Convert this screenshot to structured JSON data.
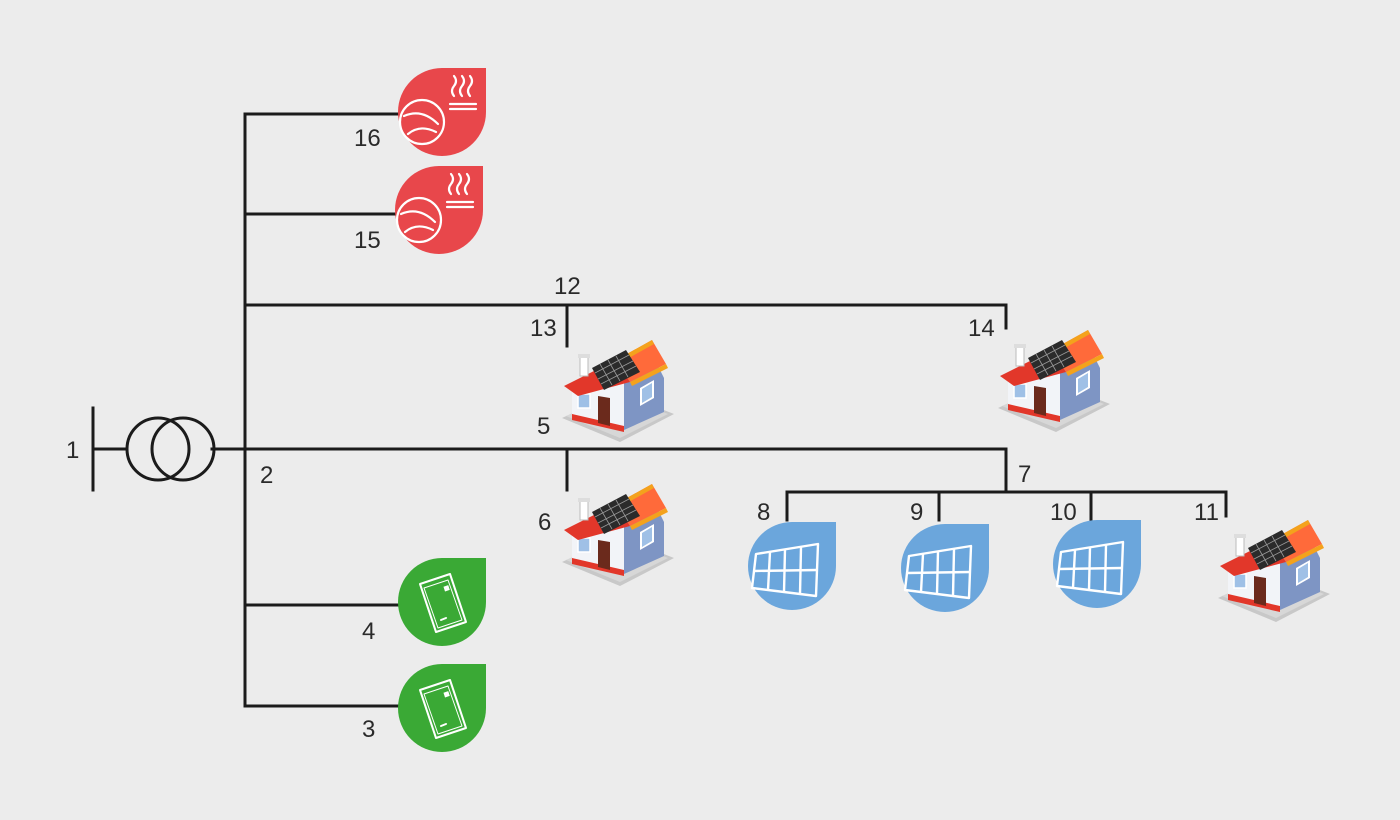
{
  "colors": {
    "background": "#ececec",
    "line": "#1b1b1b",
    "heat_drop": "#e8474b",
    "battery_drop": "#3aa935",
    "pv_drop": "#6ba6dc",
    "house_wall": "#f2f4f8",
    "house_side": "#7e95c4",
    "house_roof": "#e2372a",
    "house_trim": "#f4a21c"
  },
  "nodes": {
    "n1": "1",
    "n2": "2",
    "n3": "3",
    "n4": "4",
    "n5": "5",
    "n6": "6",
    "n7": "7",
    "n8": "8",
    "n9": "9",
    "n10": "10",
    "n11": "11",
    "n12": "12",
    "n13": "13",
    "n14": "14",
    "n15": "15",
    "n16": "16"
  },
  "icons": {
    "transformer": "transformer-icon",
    "heat_pump": "heat-pump-icon",
    "battery": "battery-icon",
    "solar_panel": "solar-panel-icon",
    "house": "solar-house-icon"
  }
}
